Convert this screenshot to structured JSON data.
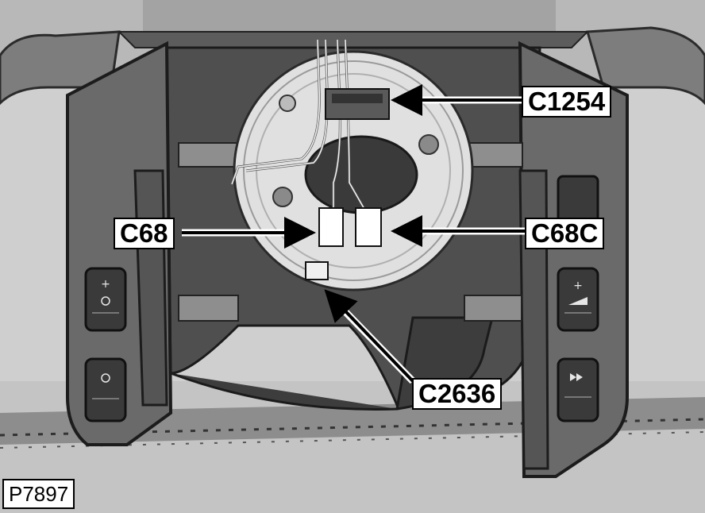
{
  "figure": {
    "reference": "P7897",
    "callouts": {
      "c1254": "C1254",
      "c68": "C68",
      "c68c": "C68C",
      "c2636": "C2636"
    }
  }
}
